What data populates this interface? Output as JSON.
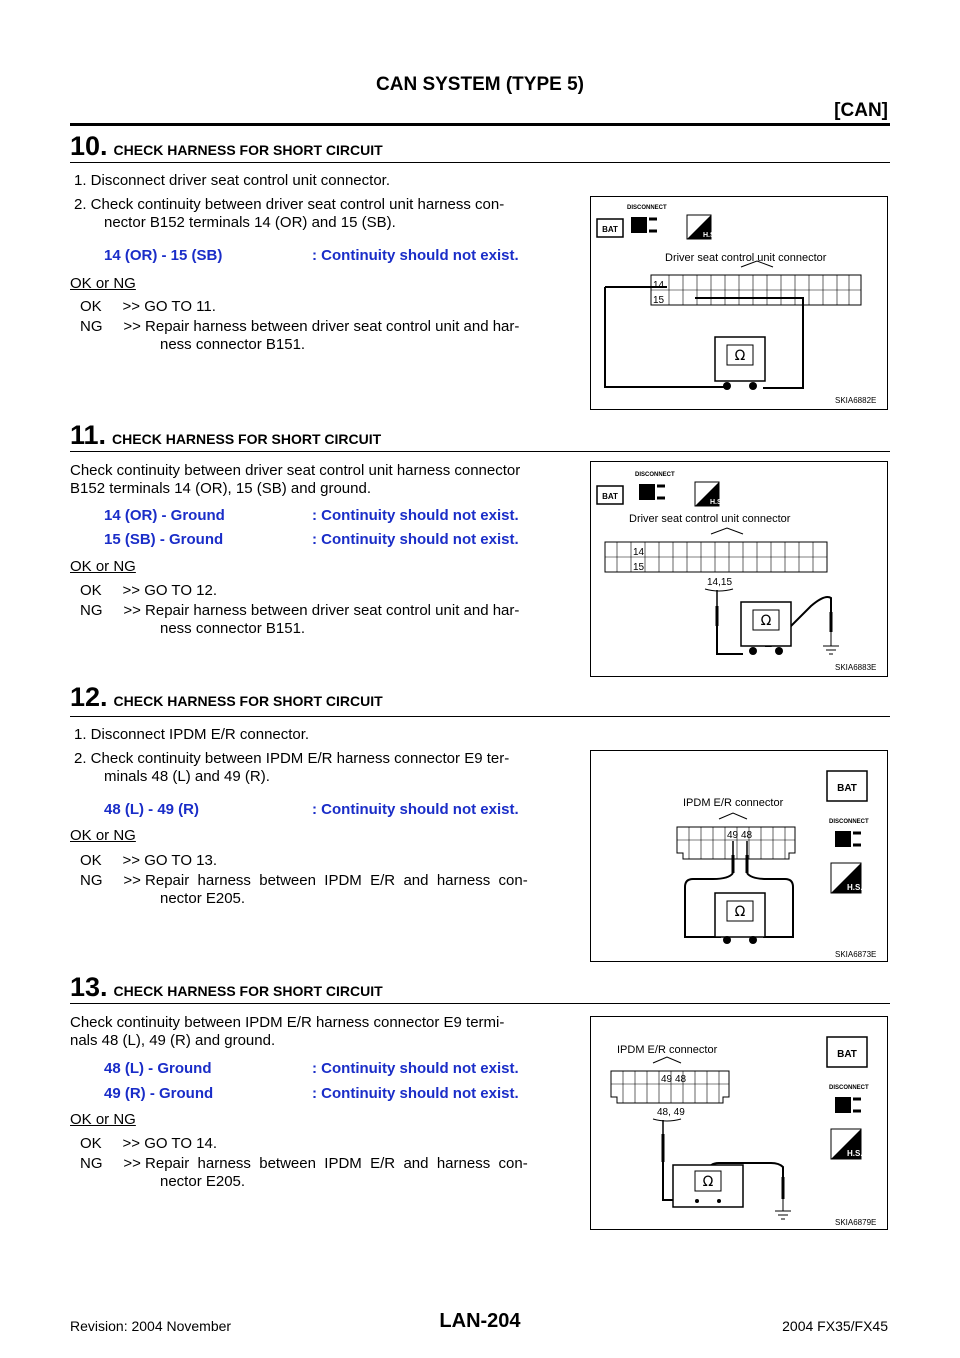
{
  "header": {
    "title": "CAN SYSTEM (TYPE 5)",
    "section_tag": "[CAN]"
  },
  "steps": [
    {
      "num": "10.",
      "title": "CHECK HARNESS FOR SHORT CIRCUIT",
      "lines": [
        "1.  Disconnect driver seat control unit connector.",
        "2.  Check continuity between driver seat control unit harness con-",
        "nector B152 terminals 14 (OR) and 15 (SB)."
      ],
      "specs": [
        {
          "a": "14 (OR) - 15 (SB)",
          "b": ": Continuity should not exist."
        }
      ],
      "ok_ng": "OK or NG",
      "ok": "OK     >> GO TO 11.",
      "ng": "NG     >> Repair harness between driver seat control unit and har-",
      "ng2": "ness connector B151.",
      "figure": {
        "connector_label": "Driver seat control unit connector",
        "pins": [
          "14",
          "15"
        ],
        "id": "SKIA6882E"
      }
    },
    {
      "num": "11.",
      "title": "CHECK HARNESS FOR SHORT CIRCUIT",
      "lines": [
        "Check continuity between driver seat control unit harness connector",
        "B152 terminals 14 (OR), 15 (SB) and ground."
      ],
      "specs": [
        {
          "a": "14 (OR) - Ground",
          "b": ": Continuity should not exist."
        },
        {
          "a": "15 (SB) - Ground",
          "b": ": Continuity should not exist."
        }
      ],
      "ok_ng": "OK or NG",
      "ok": "OK     >> GO TO 12.",
      "ng": "NG     >> Repair harness between driver seat control unit and har-",
      "ng2": "ness connector B151.",
      "figure": {
        "connector_label": "Driver seat control unit connector",
        "pins": [
          "14",
          "15"
        ],
        "probe": "14,15",
        "id": "SKIA6883E"
      }
    },
    {
      "num": "12.",
      "title": "CHECK HARNESS FOR SHORT CIRCUIT",
      "lines": [
        "1.  Disconnect IPDM E/R connector.",
        "2.  Check continuity between IPDM E/R harness connector E9 ter-",
        "minals 48 (L) and 49 (R)."
      ],
      "specs": [
        {
          "a": "48 (L) - 49 (R)",
          "b": ": Continuity should not exist."
        }
      ],
      "ok_ng": "OK or NG",
      "ok": "OK     >> GO TO 13.",
      "ng": "NG     >> Repair  harness  between  IPDM  E/R  and  harness  con-",
      "ng2": "nector E205.",
      "figure": {
        "connector_label": "IPDM E/R connector",
        "pins": [
          "49",
          "48"
        ],
        "id": "SKIA6873E"
      }
    },
    {
      "num": "13.",
      "title": "CHECK HARNESS FOR SHORT CIRCUIT",
      "lines": [
        "Check continuity between IPDM E/R harness connector E9 termi-",
        "nals 48 (L), 49 (R) and ground."
      ],
      "specs": [
        {
          "a": "48 (L) - Ground",
          "b": ": Continuity should not exist."
        },
        {
          "a": "49 (R) - Ground",
          "b": ": Continuity should not exist."
        }
      ],
      "ok_ng": "OK or NG",
      "ok": "OK     >> GO TO 14.",
      "ng": "NG     >> Repair  harness  between  IPDM  E/R  and  harness  con-",
      "ng2": "nector E205.",
      "figure": {
        "connector_label": "IPDM E/R connector",
        "pins": [
          "49",
          "48"
        ],
        "probe": "48, 49",
        "id": "SKIA6879E"
      }
    }
  ],
  "icons": {
    "bat": "BAT",
    "disconnect": "DISCONNECT",
    "hs": "H.S.",
    "ohm": "Ω"
  },
  "footer": {
    "revision": "Revision: 2004 November",
    "page": "LAN-204",
    "model": "2004 FX35/FX45"
  }
}
